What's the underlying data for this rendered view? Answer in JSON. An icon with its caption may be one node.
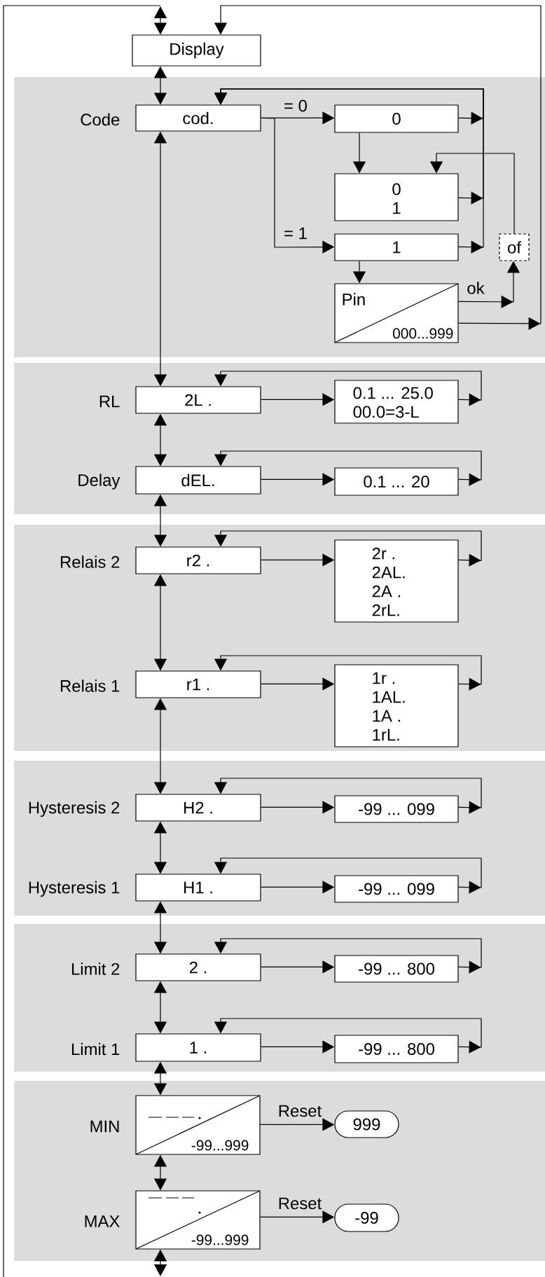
{
  "diagram": {
    "nodes": [
      {
        "text": [
          "Display"
        ]
      },
      {
        "text": [
          "cod."
        ],
        "beside": [
          "Code"
        ]
      },
      {
        "text": [
          "0"
        ]
      },
      {
        "text": [
          "0",
          "1"
        ]
      },
      {
        "text": [
          "1"
        ]
      },
      {
        "text": [
          "of"
        ]
      },
      {
        "text": [
          "Pin",
          "000...999"
        ]
      },
      {
        "text": [
          "2L ."
        ],
        "beside": [
          "RL"
        ]
      },
      {
        "text": [
          "0.1 ... 25.0",
          "00.0=3-L"
        ]
      },
      {
        "text": [
          "dEL."
        ],
        "beside": [
          "Delay"
        ]
      },
      {
        "text": [
          "0.1 ... 20"
        ]
      },
      {
        "text": [
          "r2 ."
        ],
        "beside": [
          "Relais 2"
        ]
      },
      {
        "text": [
          "2r .",
          "2AL.",
          "2A .",
          "2rL."
        ]
      },
      {
        "text": [
          "r1 ."
        ],
        "beside": [
          "Relais 1"
        ]
      },
      {
        "text": [
          "1r .",
          "1AL.",
          "1A .",
          "1rL."
        ]
      },
      {
        "text": [
          "H2 ."
        ],
        "beside": [
          "Hysteresis 2"
        ]
      },
      {
        "text": [
          "-99 ... 099"
        ]
      },
      {
        "text": [
          "H1 ."
        ],
        "beside": [
          "Hysteresis 1"
        ]
      },
      {
        "text": [
          "-99 ... 099"
        ]
      },
      {
        "text": [
          "2 ."
        ],
        "beside": [
          "Limit 2"
        ]
      },
      {
        "text": [
          "-99 ... 800"
        ]
      },
      {
        "text": [
          "1 ."
        ],
        "beside": [
          "Limit 1"
        ]
      },
      {
        "text": [
          "-99 ... 800"
        ]
      },
      {
        "text": [
          "-99...999"
        ],
        "beside": [
          "MIN"
        ]
      },
      {
        "text": [
          "999"
        ]
      },
      {
        "text": [
          "-99...999"
        ],
        "beside": [
          "MAX"
        ]
      },
      {
        "text": [
          "-99"
        ]
      }
    ],
    "edges": [
      {
        "from": 0,
        "to": 1,
        "arrow": "both"
      },
      {
        "from": 1,
        "to": 2,
        "arrow": "to",
        "label": "= 0"
      },
      {
        "from": 1,
        "to": 4,
        "arrow": "to",
        "label": "= 1"
      },
      {
        "from": 2,
        "to": 3,
        "arrow": "to"
      },
      {
        "from": 4,
        "to": 6,
        "arrow": "to"
      },
      {
        "from": 2,
        "to": 1,
        "arrow": "to"
      },
      {
        "from": 3,
        "to": 1,
        "arrow": "to"
      },
      {
        "from": 4,
        "to": 1,
        "arrow": "to"
      },
      {
        "from": 6,
        "to": 5,
        "arrow": "to",
        "label": "ok"
      },
      {
        "from": 5,
        "to": 3,
        "arrow": "to"
      },
      {
        "from": 6,
        "to": 0,
        "arrow": "to"
      },
      {
        "from": 1,
        "to": 7,
        "arrow": "both"
      },
      {
        "from": 7,
        "to": 8,
        "arrow": "to"
      },
      {
        "from": 8,
        "to": 7,
        "arrow": "to"
      },
      {
        "from": 7,
        "to": 9,
        "arrow": "both"
      },
      {
        "from": 9,
        "to": 10,
        "arrow": "to"
      },
      {
        "from": 10,
        "to": 9,
        "arrow": "to"
      },
      {
        "from": 9,
        "to": 11,
        "arrow": "both"
      },
      {
        "from": 11,
        "to": 12,
        "arrow": "to"
      },
      {
        "from": 12,
        "to": 11,
        "arrow": "to"
      },
      {
        "from": 11,
        "to": 13,
        "arrow": "both"
      },
      {
        "from": 13,
        "to": 14,
        "arrow": "to"
      },
      {
        "from": 14,
        "to": 13,
        "arrow": "to"
      },
      {
        "from": 13,
        "to": 15,
        "arrow": "both"
      },
      {
        "from": 15,
        "to": 16,
        "arrow": "to"
      },
      {
        "from": 16,
        "to": 15,
        "arrow": "to"
      },
      {
        "from": 15,
        "to": 17,
        "arrow": "both"
      },
      {
        "from": 17,
        "to": 18,
        "arrow": "to"
      },
      {
        "from": 18,
        "to": 17,
        "arrow": "to"
      },
      {
        "from": 17,
        "to": 19,
        "arrow": "both"
      },
      {
        "from": 19,
        "to": 20,
        "arrow": "to"
      },
      {
        "from": 20,
        "to": 19,
        "arrow": "to"
      },
      {
        "from": 19,
        "to": 21,
        "arrow": "both"
      },
      {
        "from": 21,
        "to": 22,
        "arrow": "to"
      },
      {
        "from": 22,
        "to": 21,
        "arrow": "to"
      },
      {
        "from": 21,
        "to": 23,
        "arrow": "both"
      },
      {
        "from": 23,
        "to": 24,
        "arrow": "to",
        "label": "Reset"
      },
      {
        "from": 23,
        "to": 25,
        "arrow": "both"
      },
      {
        "from": 25,
        "to": 26,
        "arrow": "to",
        "label": "Reset"
      },
      {
        "from": 25,
        "to": null,
        "arrow": "both"
      },
      {
        "from": null,
        "to": 0,
        "arrow": "both"
      }
    ]
  }
}
